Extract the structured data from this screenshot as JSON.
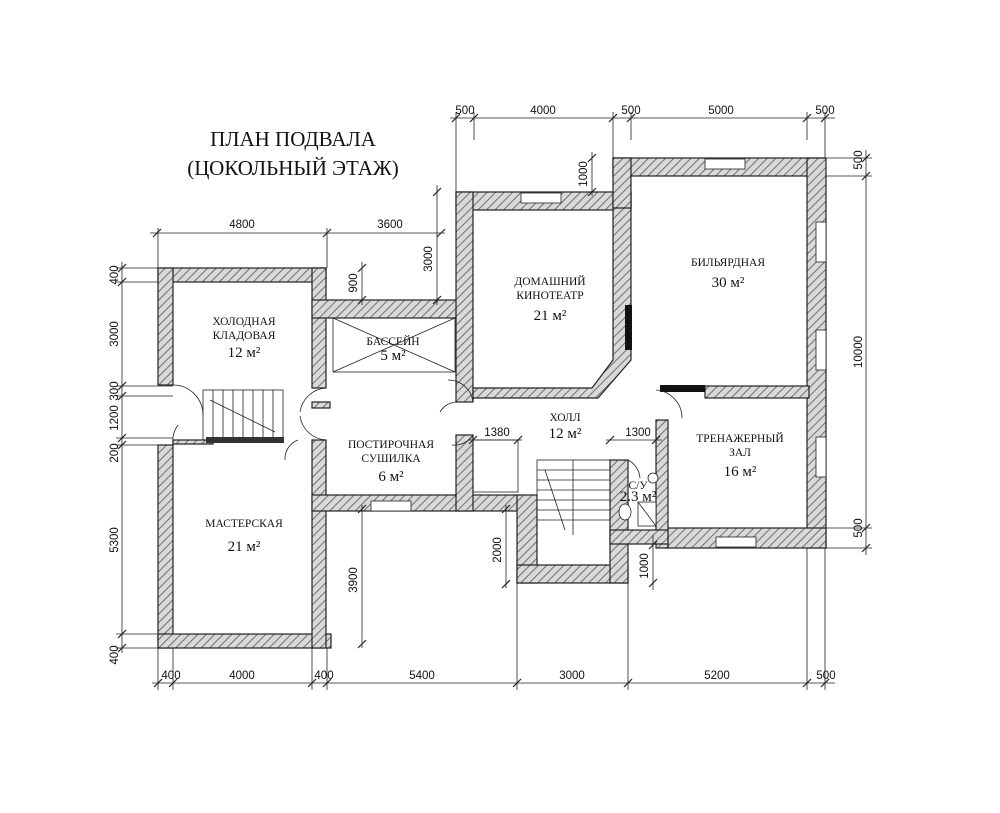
{
  "title": {
    "line1": "ПЛАН ПОДВАЛА",
    "line2": "(ЦОКОЛЬНЫЙ ЭТАЖ)"
  },
  "rooms": {
    "cold_storage": {
      "name1": "ХОЛОДНАЯ",
      "name2": "КЛАДОВАЯ",
      "area": "12 м²"
    },
    "pool": {
      "name1": "БАССЕЙН",
      "area": "5 м²"
    },
    "laundry": {
      "name1": "ПОСТИРОЧНАЯ",
      "name2": "СУШИЛКА",
      "area": "6 м²"
    },
    "workshop": {
      "name1": "МАСТЕРСКАЯ",
      "area": "21 м²"
    },
    "cinema": {
      "name1": "ДОМАШНИЙ",
      "name2": "КИНОТЕАТР",
      "area": "21 м²"
    },
    "hall": {
      "name1": "ХОЛЛ",
      "area": "12 м²"
    },
    "billiard": {
      "name1": "БИЛЬЯРДНАЯ",
      "area": "30 м²"
    },
    "gym": {
      "name1": "ТРЕНАЖЕРНЫЙ",
      "name2": "ЗАЛ",
      "area": "16 м²"
    },
    "wc": {
      "name1": "С/У",
      "area": "2.3 м²"
    }
  },
  "dimensions": {
    "top_left": [
      "4800",
      "3600"
    ],
    "top_right": [
      "500",
      "4000",
      "500",
      "5000",
      "500"
    ],
    "bottom": [
      "400",
      "4000",
      "400",
      "5400",
      "3000",
      "5200",
      "500"
    ],
    "left": [
      "400",
      "3000",
      "300",
      "1200",
      "200",
      "5300",
      "400"
    ],
    "right": [
      "500",
      "10000",
      "500"
    ],
    "inner": {
      "d900": "900",
      "d3000": "3000",
      "d1000_top": "1000",
      "d1380": "1380",
      "d1300": "1300",
      "d3900": "3900",
      "d2000": "2000",
      "d1000_bottom": "1000"
    }
  }
}
